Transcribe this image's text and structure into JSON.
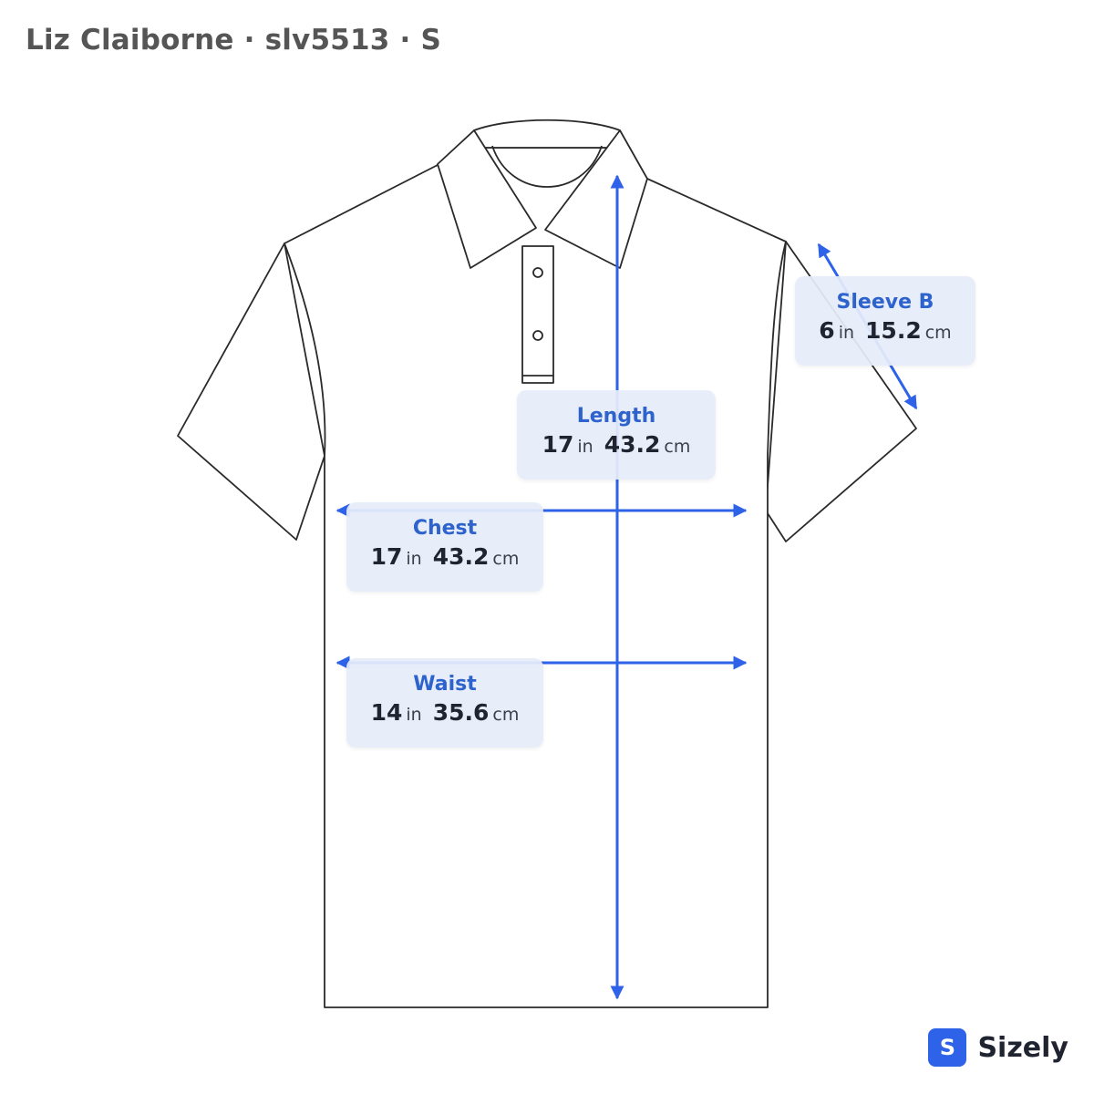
{
  "header": {
    "title": "Liz Claiborne · slv5513 · S"
  },
  "measurements": {
    "length": {
      "name": "Length",
      "in_value": "17",
      "in_unit": "in",
      "cm_value": "43.2",
      "cm_unit": "cm"
    },
    "sleeve_b": {
      "name": "Sleeve B",
      "in_value": "6",
      "in_unit": "in",
      "cm_value": "15.2",
      "cm_unit": "cm"
    },
    "chest": {
      "name": "Chest",
      "in_value": "17",
      "in_unit": "in",
      "cm_value": "43.2",
      "cm_unit": "cm"
    },
    "waist": {
      "name": "Waist",
      "in_value": "14",
      "in_unit": "in",
      "cm_value": "35.6",
      "cm_unit": "cm"
    }
  },
  "brand": {
    "icon_letter": "S",
    "name": "Sizely"
  },
  "colors": {
    "arrow": "#2e62e8",
    "label_text": "#2e62cc",
    "outline": "#2a2a2a",
    "card_bg": "#e5edfa"
  }
}
